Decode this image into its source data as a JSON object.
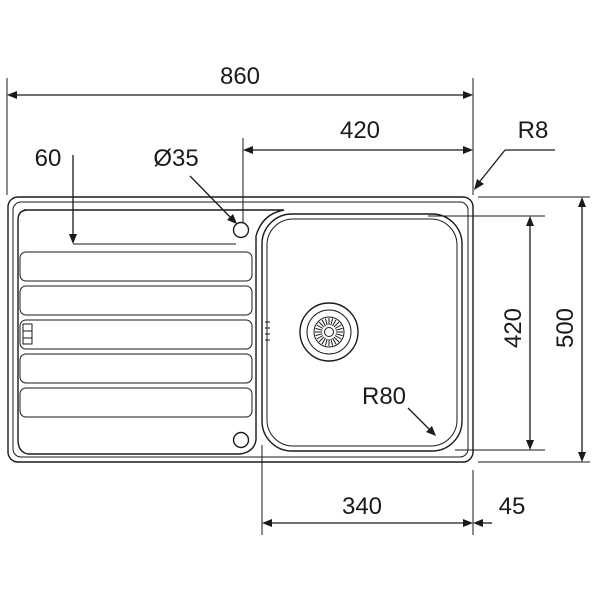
{
  "dimensions": {
    "overall_width": "860",
    "bowl_width": "420",
    "corner_radius": "R8",
    "drainer_offset": "60",
    "tap_hole": "Ø35",
    "bowl_height": "420",
    "overall_depth": "500",
    "bowl_radius": "R80",
    "bowl_lower_width": "340",
    "bowl_margin": "45"
  }
}
